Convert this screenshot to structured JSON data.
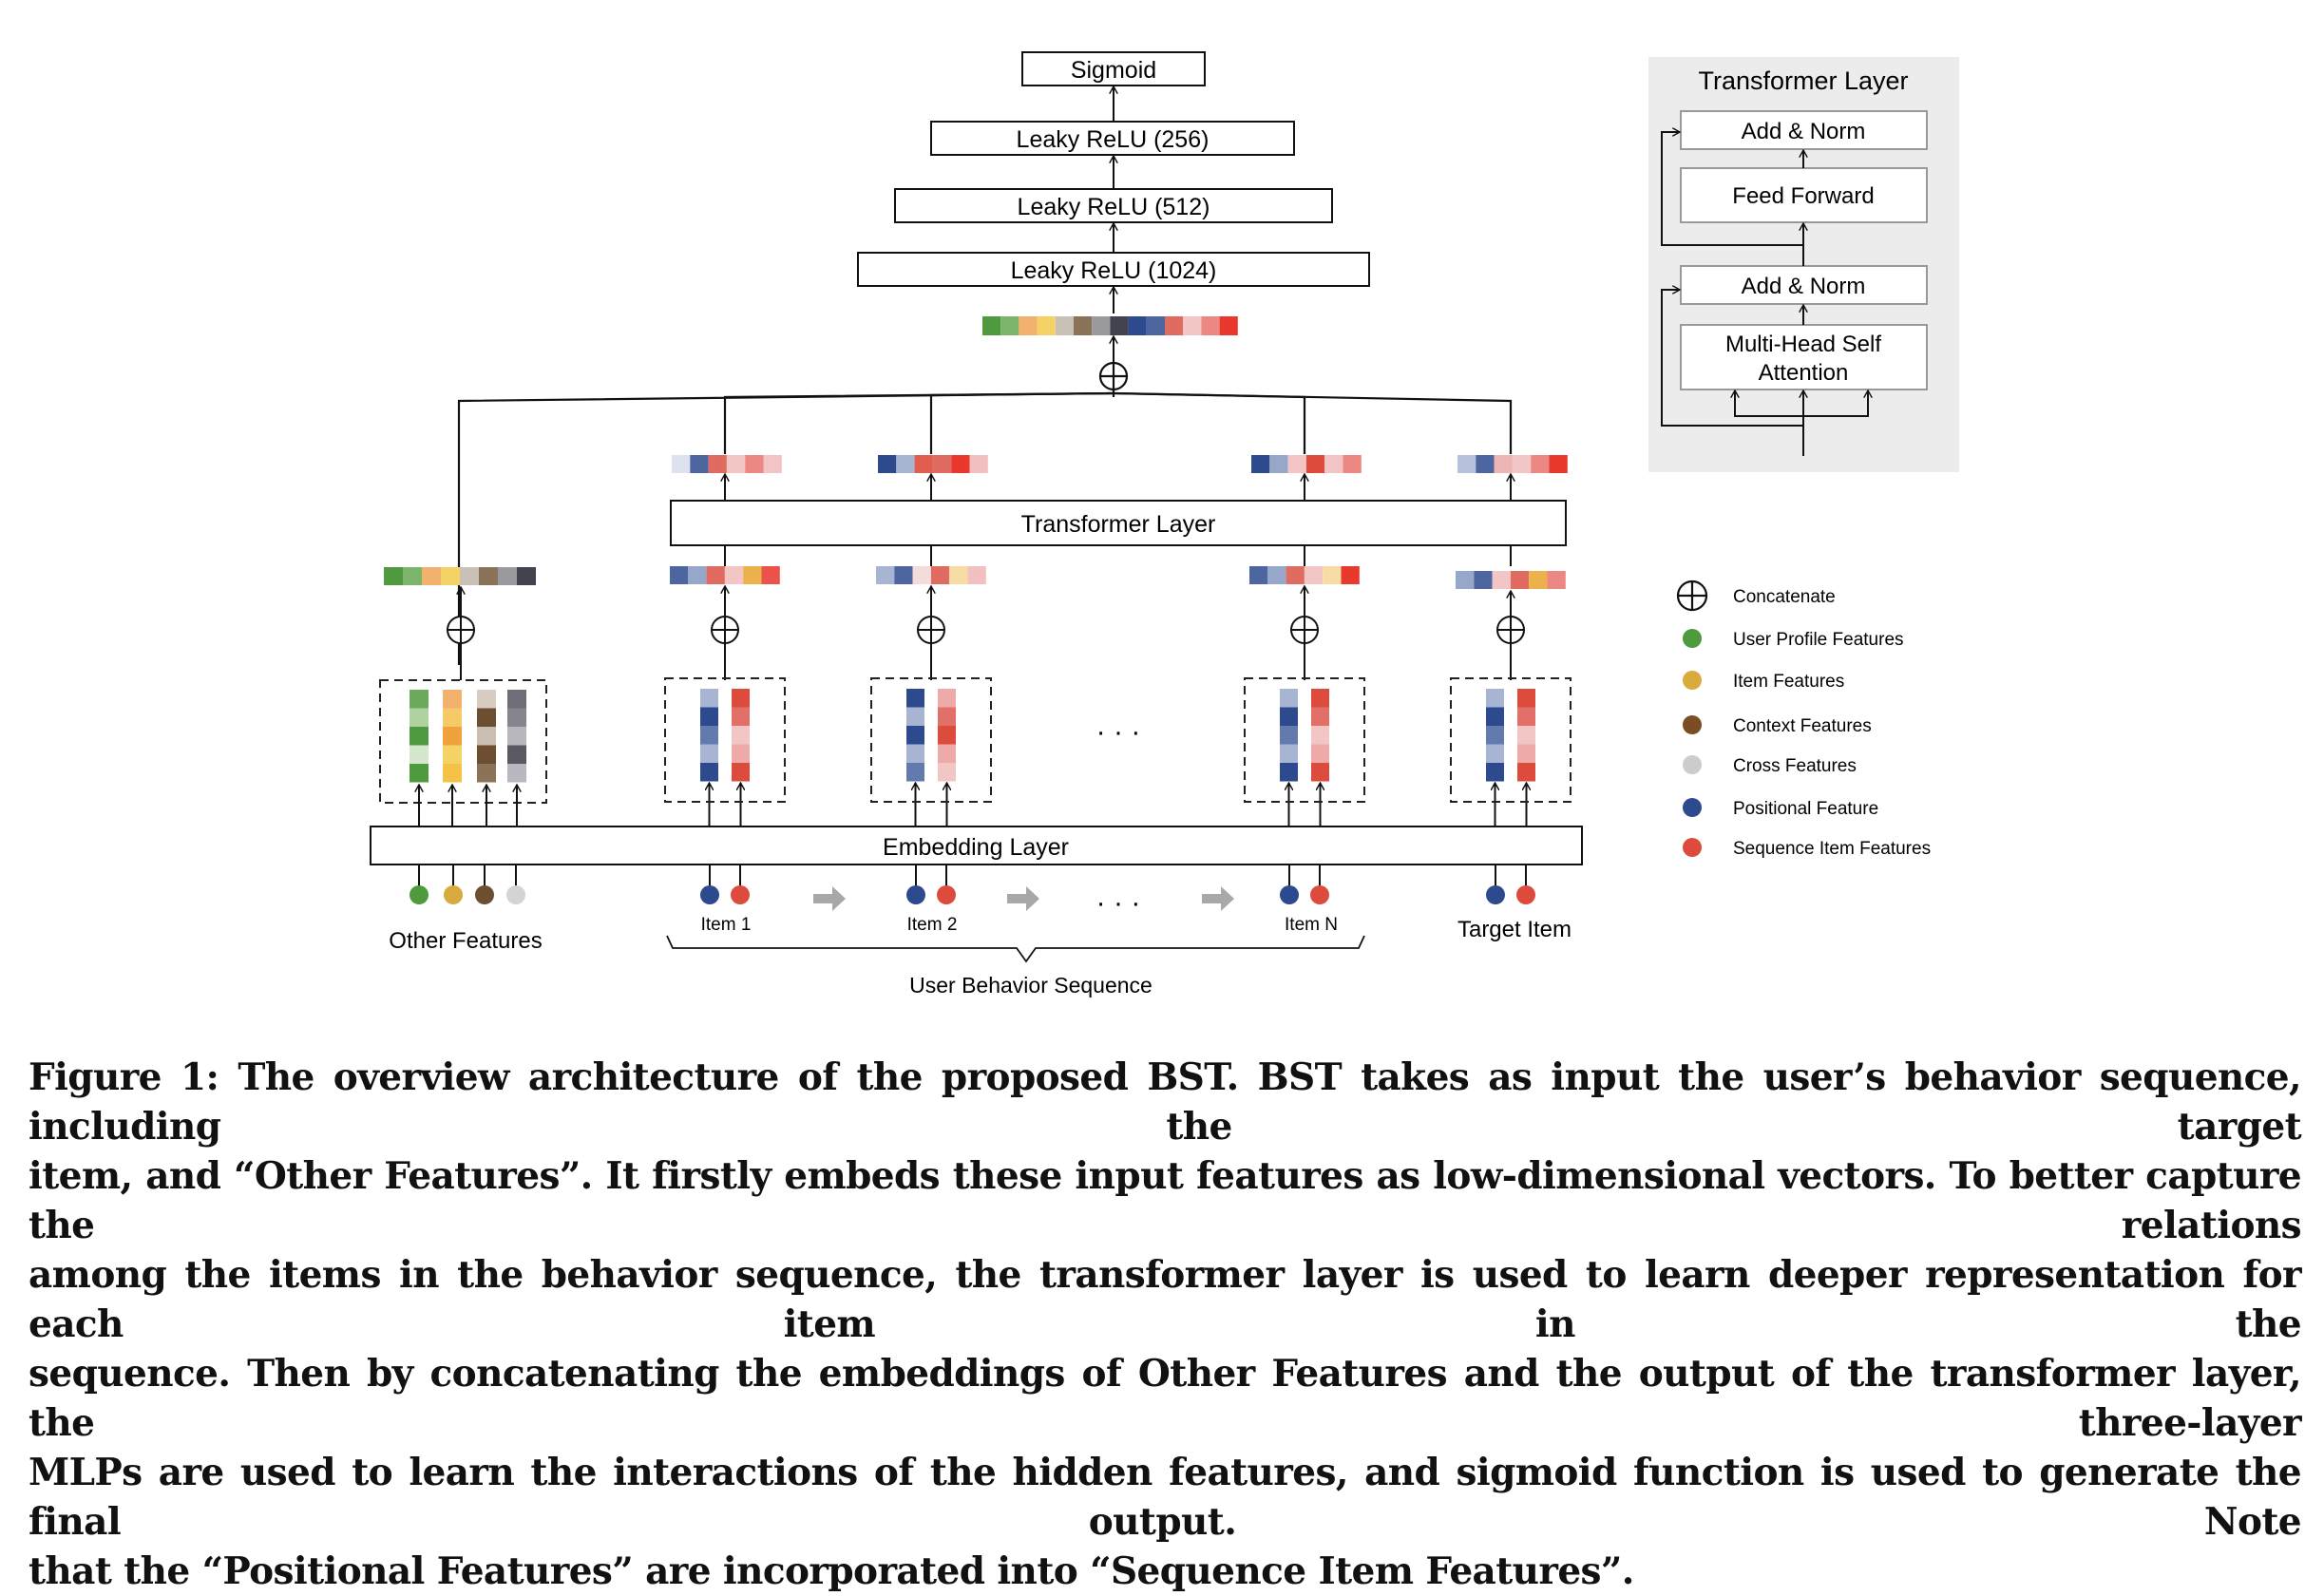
{
  "figure": {
    "mlp": {
      "sigmoid": "Sigmoid",
      "layers": [
        "Leaky ReLU (256)",
        "Leaky ReLU (512)",
        "Leaky ReLU (1024)"
      ]
    },
    "transformer_layer_label": "Transformer Layer",
    "embedding_layer_label": "Embedding  Layer",
    "ellipsis": "· · ·",
    "groups": {
      "other_features": "Other Features",
      "item1": "Item 1",
      "item2": "Item 2",
      "itemN": "Item N",
      "target": "Target Item",
      "sequence": "User Behavior Sequence"
    },
    "transformer_detail": {
      "title": "Transformer Layer",
      "add_norm_top": "Add & Norm",
      "feed_forward": "Feed Forward",
      "add_norm_bottom": "Add & Norm",
      "mhsa_line1": "Multi-Head Self",
      "mhsa_line2": "Attention"
    },
    "legend": [
      {
        "icon": "concatenate-icon",
        "label": "Concatenate",
        "color": "#000000"
      },
      {
        "icon": "dot",
        "label": "User Profile Features",
        "color": "#4e9a3c"
      },
      {
        "icon": "dot",
        "label": "Item Features",
        "color": "#d9ab3f"
      },
      {
        "icon": "dot",
        "label": "Context Features",
        "color": "#7a4e22"
      },
      {
        "icon": "dot",
        "label": "Cross Features",
        "color": "#cccccc"
      },
      {
        "icon": "dot",
        "label": "Positional Feature",
        "color": "#2d4a8f"
      },
      {
        "icon": "dot",
        "label": "Sequence Item Features",
        "color": "#dd4b3d"
      }
    ],
    "colors": {
      "green": "#4e9a3c",
      "yellow": "#d9ab3f",
      "brown": "#6b4f30",
      "gray": "#d4d4d4",
      "blue": "#2d4a8f",
      "red": "#dd4b3d",
      "arrow_gray": "#a8a8a8",
      "panel_bg": "#ececec"
    },
    "vectors": {
      "final": [
        "#4f9a3f",
        "#7cb46b",
        "#f2b16c",
        "#f5d265",
        "#c9c1b6",
        "#8a7358",
        "#9a9a9e",
        "#434350",
        "#2d4a8f",
        "#4d66a0",
        "#e06b60",
        "#f2c6c4",
        "#ec8884",
        "#e8392c"
      ],
      "other_concat": [
        "#4f9a3f",
        "#7cb46b",
        "#f2b16c",
        "#f5d265",
        "#c9c1b6",
        "#8a7358",
        "#9a9a9e",
        "#434350"
      ],
      "item1_in": [
        "#4d66a0",
        "#97a7c9",
        "#e06b60",
        "#f2c6c4",
        "#ebb14a",
        "#ea524b"
      ],
      "item2_in": [
        "#a7b5d2",
        "#4d66a0",
        "#f5dcdc",
        "#e06b60",
        "#f7dca6",
        "#f2c0c0"
      ],
      "itemN_in": [
        "#4d66a0",
        "#97a7c9",
        "#e06b60",
        "#f2c6c4",
        "#f7dca6",
        "#e8392c"
      ],
      "target_in": [
        "#97a7c9",
        "#4d66a0",
        "#f2c6c4",
        "#e06b60",
        "#ebb14a",
        "#ec8884"
      ],
      "item1_out": [
        "#dde2ee",
        "#4d66a0",
        "#e06b60",
        "#f2c6c4",
        "#ec8884",
        "#f3c4c6"
      ],
      "item2_out": [
        "#2d4a8f",
        "#a7b5d2",
        "#e05d50",
        "#e06b60",
        "#e8392c",
        "#f2c0c0"
      ],
      "itemN_out": [
        "#2d4a8f",
        "#97a7c9",
        "#f2c6c4",
        "#dd4b3d",
        "#f3c4c6",
        "#ec8884"
      ],
      "target_out": [
        "#b7c1db",
        "#4d66a0",
        "#edb6b4",
        "#f2c6c4",
        "#ec8884",
        "#e8392c"
      ]
    },
    "embeddings": {
      "other": [
        [
          "#6aaa5a",
          "#aed3a1",
          "#4f9a3f",
          "#d4e7cc",
          "#4f9a3f"
        ],
        [
          "#f2b16c",
          "#f5cb6a",
          "#f0a23d",
          "#f5d265",
          "#f4c247"
        ],
        [
          "#d7cdc3",
          "#6b4f30",
          "#c9beb1",
          "#6b4f30",
          "#8a7358"
        ],
        [
          "#6e6e78",
          "#85858e",
          "#b8b8bf",
          "#5a5a64",
          "#b8b8bf"
        ]
      ],
      "item1": [
        [
          "#a7b5d2",
          "#2d4a8f",
          "#637aae",
          "#a7b5d2",
          "#2d4a8f"
        ],
        [
          "#dd4b3d",
          "#e37068",
          "#f2c6c4",
          "#edaaa8",
          "#dd4b3d"
        ]
      ],
      "item2": [
        [
          "#2d4a8f",
          "#a7b5d2",
          "#2d4a8f",
          "#a7b5d2",
          "#637aae"
        ],
        [
          "#edaaa8",
          "#e37068",
          "#dd4b3d",
          "#edaaa8",
          "#f2c6c4"
        ]
      ],
      "itemN": [
        [
          "#a7b5d2",
          "#2d4a8f",
          "#637aae",
          "#a7b5d2",
          "#2d4a8f"
        ],
        [
          "#dd4b3d",
          "#e37068",
          "#f2c6c4",
          "#edaaa8",
          "#dd4b3d"
        ]
      ],
      "target": [
        [
          "#a7b5d2",
          "#2d4a8f",
          "#637aae",
          "#a7b5d2",
          "#2d4a8f"
        ],
        [
          "#dd4b3d",
          "#e37068",
          "#f2c6c4",
          "#edaaa8",
          "#dd4b3d"
        ]
      ]
    }
  },
  "caption": {
    "lines": [
      "Figure 1: The overview architecture of the proposed BST. BST takes as input the user’s behavior sequence, including the target",
      "item, and “Other Features”. It firstly embeds these input features as low-dimensional vectors. To better capture the relations",
      "among the items in the behavior sequence, the transformer layer is used to learn deeper representation for each item in the",
      "sequence. Then by concatenating the embeddings of Other Features and the output of the transformer layer, the three-layer",
      "MLPs are used to learn the interactions of the hidden features, and sigmoid function is used to generate the final output. Note",
      "that the “Positional Features” are incorporated into “Sequence Item Features”."
    ]
  }
}
